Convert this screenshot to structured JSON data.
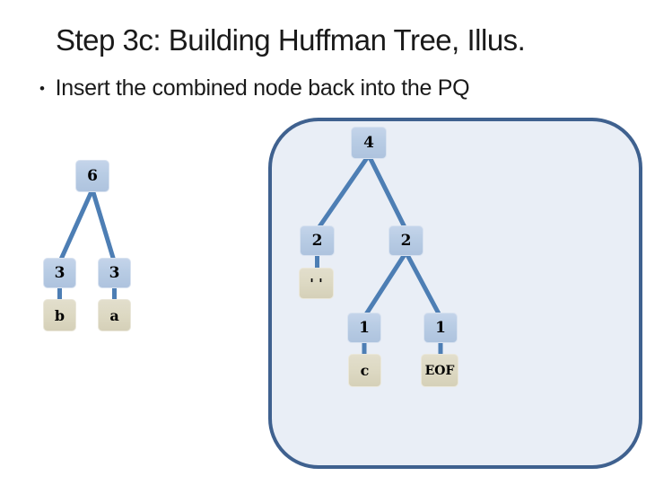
{
  "slide": {
    "title": "Step 3c: Building Huffman Tree, Illus.",
    "bullet_marker": "•",
    "bullet_text": "Insert the combined node back into the PQ"
  },
  "colors": {
    "slide_background": "#ffffff",
    "text": "#1a1a1a",
    "node_blue_fill": "#b8cce4",
    "node_tan_fill": "#ddd9c3",
    "edge_stroke": "#4d7eb4",
    "panel_fill": "#e9eef6",
    "panel_border": "#3f618f"
  },
  "priority_queue": {
    "outside_tree": {
      "root": {
        "label": "6"
      },
      "left_child": {
        "label": "3"
      },
      "right_child": {
        "label": "3"
      },
      "left_leaf": {
        "label": "b"
      },
      "right_leaf": {
        "label": "a"
      }
    },
    "inserted_tree": {
      "root": {
        "label": "4"
      },
      "left_child": {
        "label": "2"
      },
      "right_child": {
        "label": "2"
      },
      "space_leaf": {
        "label": "' '"
      },
      "left_grandchild": {
        "label": "1"
      },
      "right_grandchild": {
        "label": "1"
      },
      "c_leaf": {
        "label": "c"
      },
      "eof_leaf": {
        "label": "EOF"
      }
    }
  }
}
